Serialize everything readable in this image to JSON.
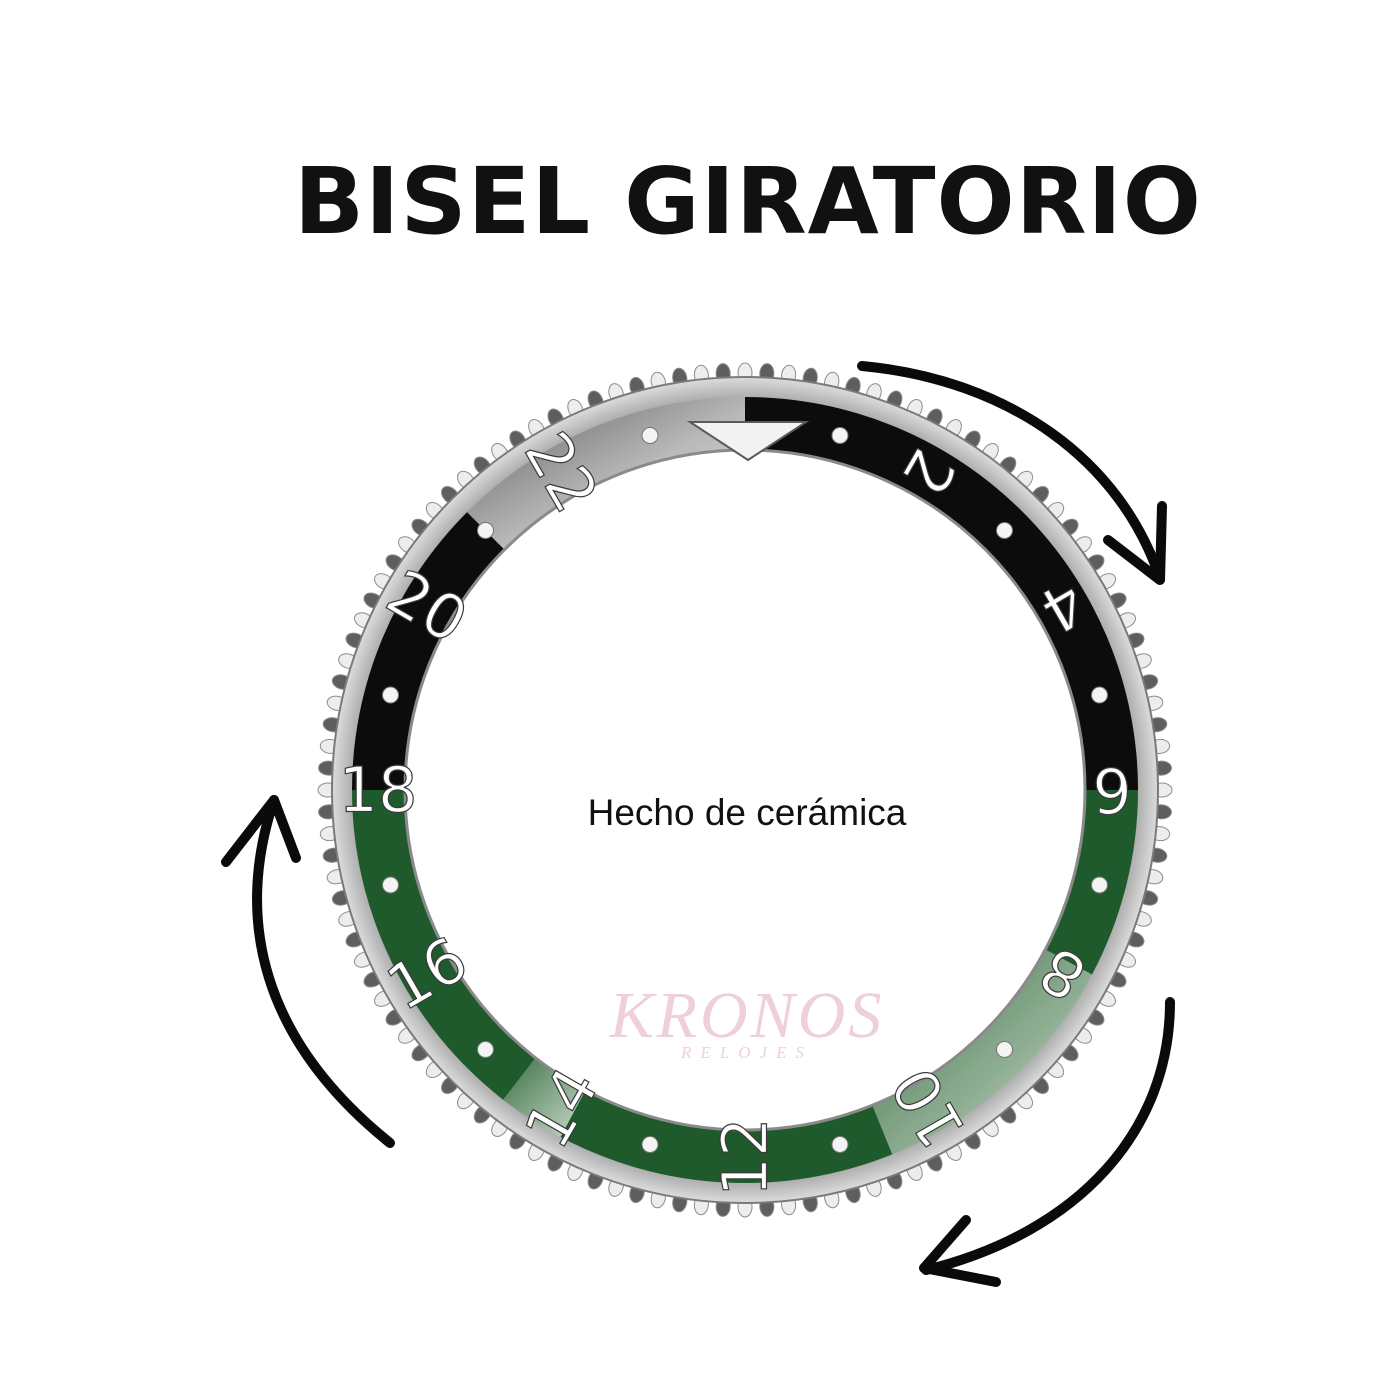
{
  "heading": {
    "title": "BISEL GIRATORIO",
    "caption": "Hecho de cerámica"
  },
  "watermark": {
    "brand": "KRONOS",
    "tagline": "RELOJES"
  },
  "bezel": {
    "labels": [
      "2",
      "4",
      "6",
      "8",
      "10",
      "12",
      "14",
      "16",
      "18",
      "20",
      "22"
    ],
    "colors": {
      "black_insert": "#0c0c0c",
      "green_insert": "#1f5a2c",
      "steel": "#c9c9c9",
      "arrows": "#0a0a0a"
    },
    "icons": [
      "triangle-marker-icon",
      "clockwise-arrow-icon",
      "counterclockwise-arrow-icon"
    ]
  }
}
